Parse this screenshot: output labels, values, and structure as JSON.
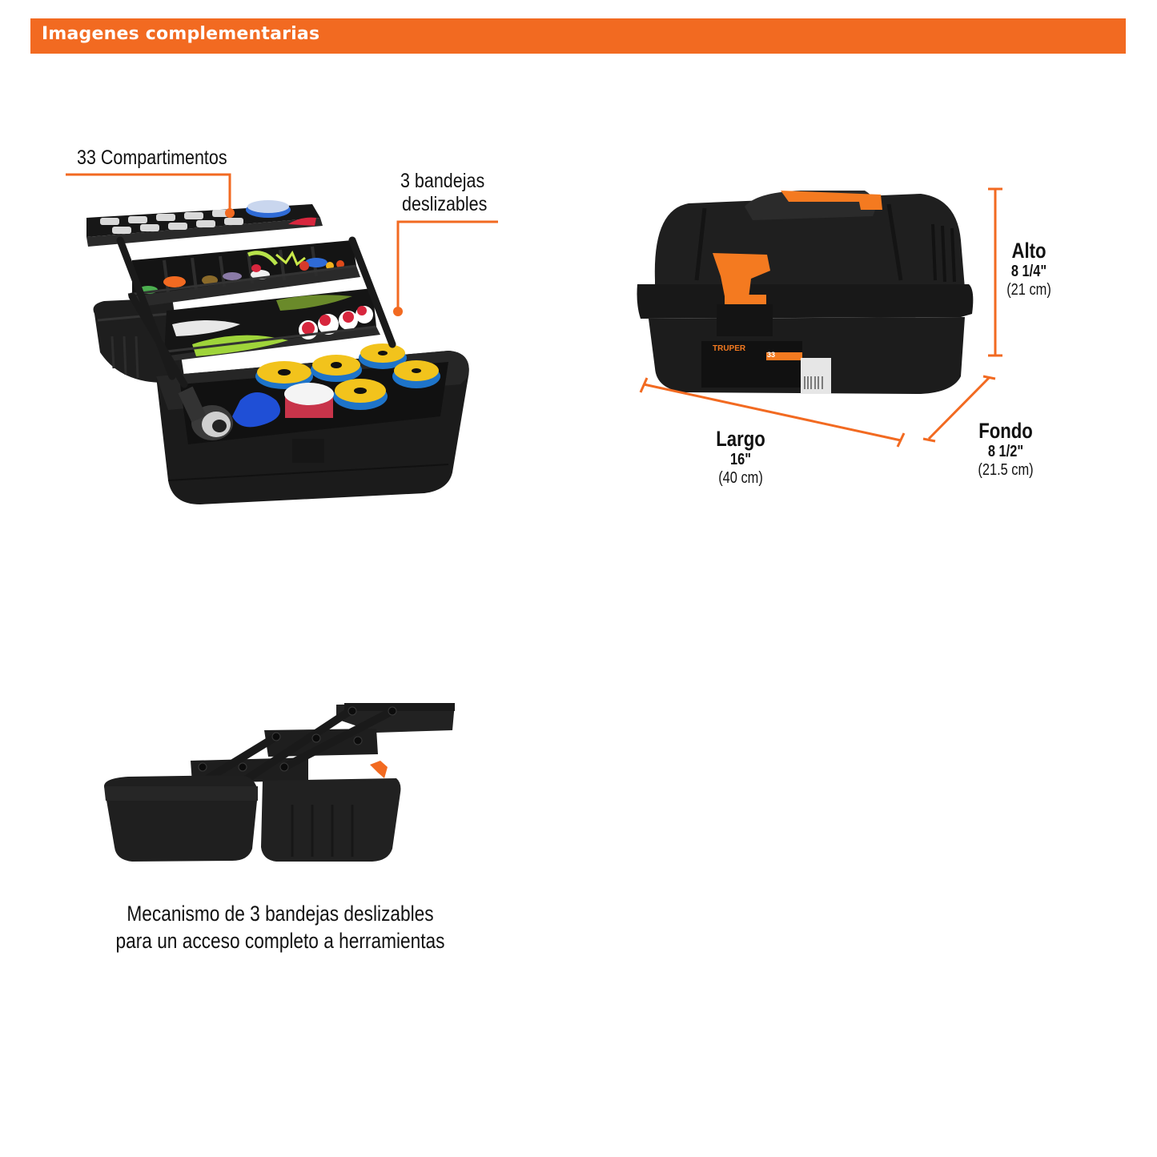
{
  "header": {
    "title": "Imagenes complementarias",
    "color": "#f26a21"
  },
  "product_open_image": {
    "callouts": [
      {
        "label": "33 Compartimentos"
      },
      {
        "label_line1": "3 bandejas",
        "label_line2": "deslizables"
      }
    ]
  },
  "product_closed_image": {
    "brand_label": "TRUPER",
    "compartments_badge": "33",
    "dimensions": {
      "alto": {
        "name": "Alto",
        "inches": "8 1/4\"",
        "cm": "(21 cm)"
      },
      "largo": {
        "name": "Largo",
        "inches": "16\"",
        "cm": "(40 cm)"
      },
      "fondo": {
        "name": "Fondo",
        "inches": "8 1/2\"",
        "cm": "(21.5 cm)"
      }
    }
  },
  "mechanism_image": {
    "caption_line1": "Mecanismo de 3 bandejas deslizables",
    "caption_line2": "para un acceso completo a herramientas"
  },
  "colors": {
    "accent": "#f26a21",
    "box_black": "#1c1c1c",
    "text": "#111111"
  }
}
